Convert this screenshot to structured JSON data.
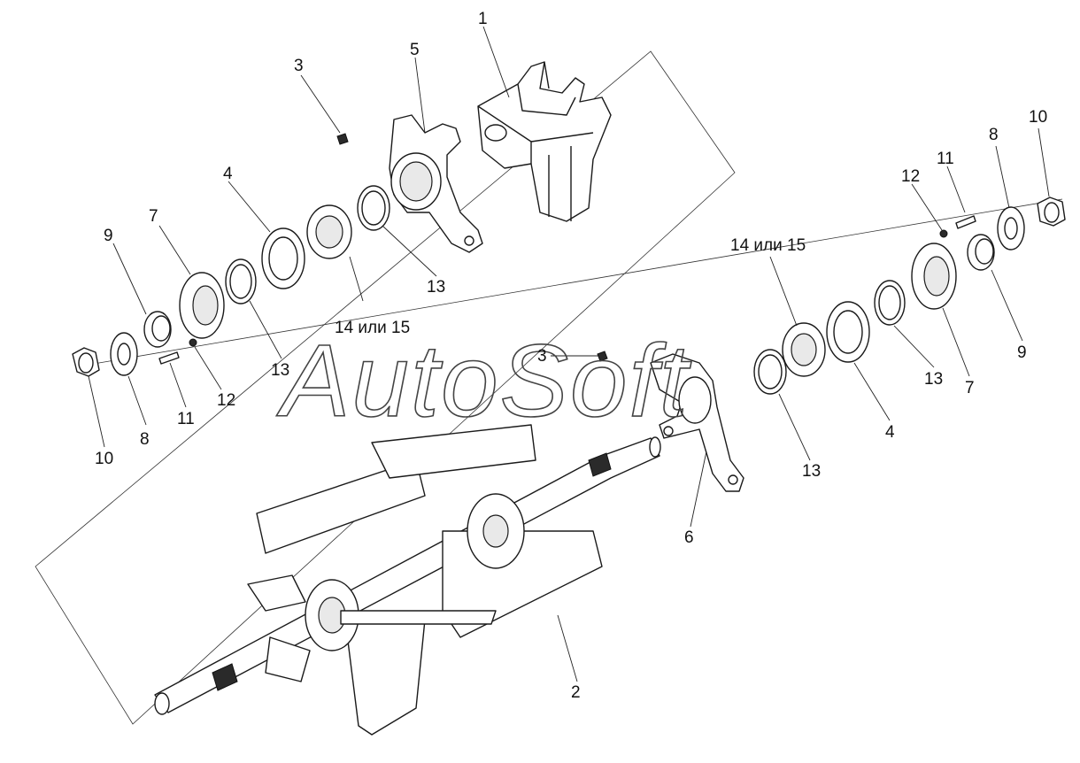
{
  "watermark": {
    "text": "AutoSoft",
    "colors": {
      "stroke": "#444444"
    }
  },
  "callouts": {
    "c1": "1",
    "c2": "2",
    "c3_top": "3",
    "c3_mid": "3",
    "c4_left": "4",
    "c4_right": "4",
    "c5": "5",
    "c6": "6",
    "c7_left": "7",
    "c7_right": "7",
    "c8_left": "8",
    "c8_right": "8",
    "c9_left": "9",
    "c9_right": "9",
    "c10_left": "10",
    "c10_right": "10",
    "c11_left": "11",
    "c11_right": "11",
    "c12_left": "12",
    "c12_right": "12",
    "c13_a": "13",
    "c13_b": "13",
    "c13_c": "13",
    "c13_d": "13",
    "c1415_left": "14 или 15",
    "c1415_right": "14 или 15"
  }
}
